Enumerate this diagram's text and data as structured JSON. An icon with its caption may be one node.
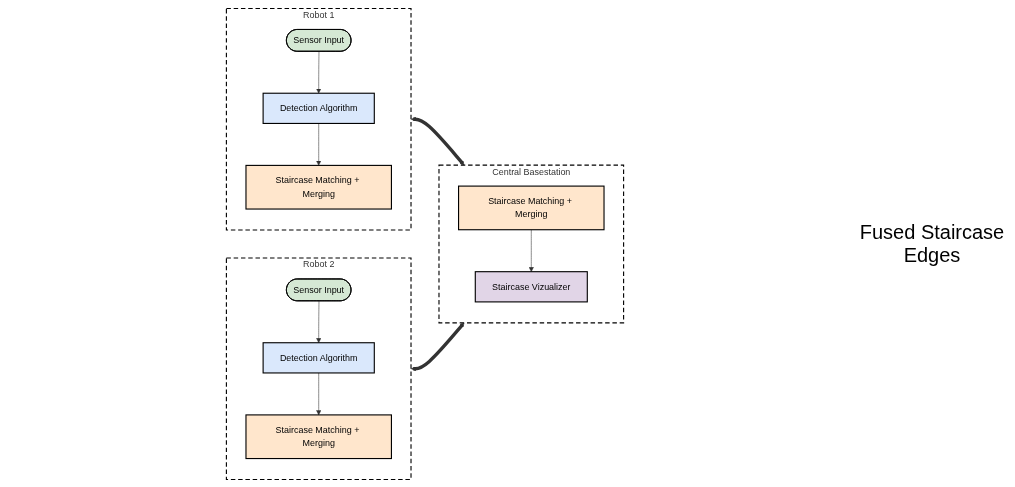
{
  "diagram": {
    "nodes": [
      {
        "text": [
          "Robot 1"
        ]
      },
      {
        "text": [
          "Sensor Input"
        ],
        "in": 0
      },
      {
        "text": [
          "Detection Algorithm"
        ],
        "in": 0
      },
      {
        "text": [
          "Staircase Matching + Merging"
        ],
        "in": 0
      },
      {
        "text": [
          "Robot 2"
        ]
      },
      {
        "text": [
          "Sensor Input"
        ],
        "in": 4
      },
      {
        "text": [
          "Detection Algorithm"
        ],
        "in": 4
      },
      {
        "text": [
          "Staircase Matching + Merging"
        ],
        "in": 4
      },
      {
        "text": [
          "Central Basestation"
        ]
      },
      {
        "text": [
          "Staircase Matching + Merging"
        ],
        "in": 8
      },
      {
        "text": [
          "Staircase Vizualizer"
        ],
        "in": 8
      }
    ],
    "edges": [
      {
        "from": 1,
        "to": 2,
        "arrow": "to"
      },
      {
        "from": 2,
        "to": 3,
        "arrow": "to"
      },
      {
        "from": 5,
        "to": 6,
        "arrow": "to"
      },
      {
        "from": 6,
        "to": 7,
        "arrow": "to"
      },
      {
        "from": 9,
        "to": 10,
        "arrow": "to"
      },
      {
        "from": 0,
        "to": 8,
        "arrow": "both",
        "style": "thick"
      },
      {
        "from": 4,
        "to": 8,
        "arrow": "both",
        "style": "thick"
      }
    ],
    "labels": [
      "Fused Staircase Edges"
    ]
  }
}
